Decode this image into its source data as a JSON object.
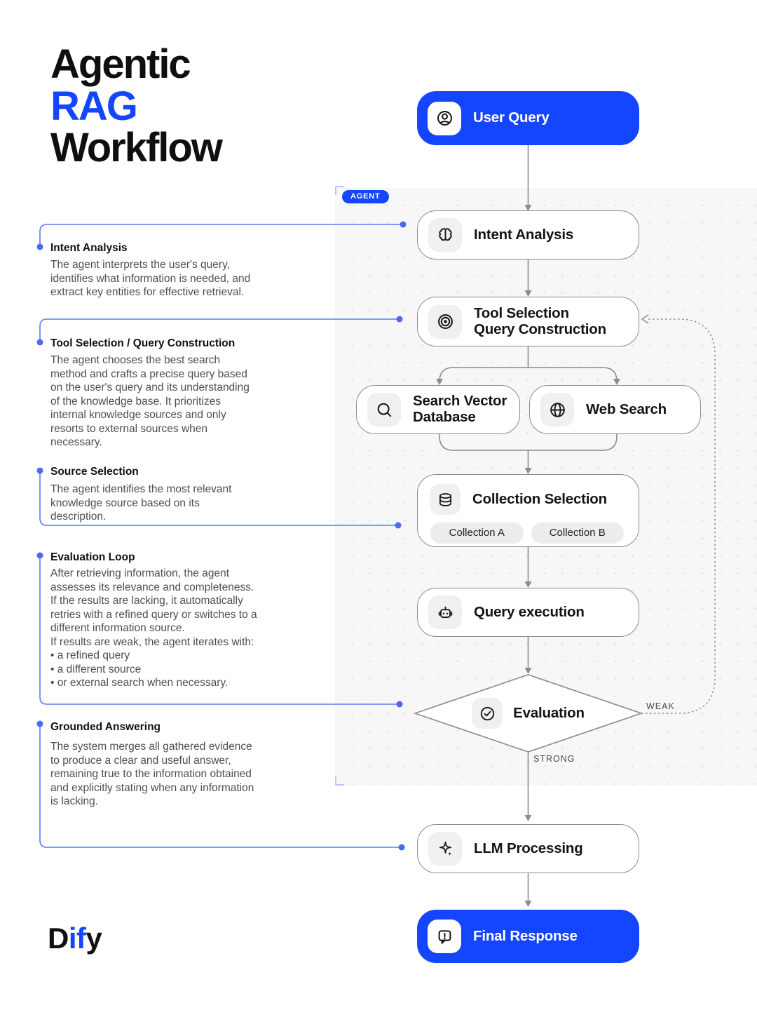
{
  "title": {
    "line1": "Agentic",
    "line2": "RAG",
    "line3": "Workflow"
  },
  "colors": {
    "accent": "#1546ff",
    "connector_blue": "#5c79f7",
    "wire_gray": "#8c8c8c"
  },
  "agent_badge": "AGENT",
  "flow": {
    "user_query": {
      "label": "User Query",
      "icon": "user-icon"
    },
    "intent_analysis": {
      "label": "Intent Analysis",
      "icon": "brain-icon"
    },
    "tool_selection": {
      "label_line1": "Tool Selection",
      "label_line2": "Query Construction",
      "icon": "target-icon"
    },
    "search_vector_database": {
      "label_line1": "Search Vector",
      "label_line2": "Database",
      "icon": "search-icon"
    },
    "web_search": {
      "label": "Web Search",
      "icon": "globe-icon"
    },
    "collection_selection": {
      "label": "Collection Selection",
      "icon": "database-icon",
      "chips": [
        "Collection A",
        "Collection B"
      ]
    },
    "query_execution": {
      "label": "Query execution",
      "icon": "robot-icon"
    },
    "evaluation": {
      "label": "Evaluation",
      "icon": "check-circle-icon",
      "weak_label": "WEAK",
      "strong_label": "STRONG"
    },
    "llm_processing": {
      "label": "LLM Processing",
      "icon": "sparkles-icon"
    },
    "final_response": {
      "label": "Final Response",
      "icon": "message-exclamation-icon"
    }
  },
  "annotations": [
    {
      "heading": "Intent Analysis",
      "body": "The agent interprets the user's query, identifies what information is needed, and extract key entities for effective retrieval."
    },
    {
      "heading": "Tool Selection / Query Construction",
      "body": "The agent chooses the best search method and crafts a precise query based on the user's query and its understanding of the knowledge base. It prioritizes internal knowledge sources and only resorts to external sources when necessary."
    },
    {
      "heading": "Source Selection",
      "body": "The agent identifies the most relevant knowledge source based on its description."
    },
    {
      "heading": "Evaluation Loop",
      "body": "After retrieving information, the agent assesses its relevance and completeness. If the results are lacking, it automatically retries with a refined query or switches to a different information source.\nIf results are weak, the agent iterates with:\n• a refined query\n• a different source\n• or external search when necessary."
    },
    {
      "heading": "Grounded Answering",
      "body": "The system merges all gathered evidence to produce a clear and useful answer, remaining true to the information obtained and explicitly stating when any information is lacking."
    }
  ],
  "logo": {
    "d": "D",
    "if": "if",
    "y": "y"
  }
}
